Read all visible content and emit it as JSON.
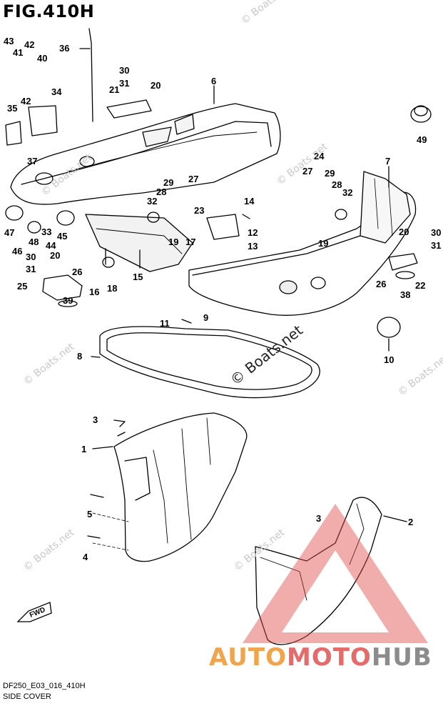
{
  "figure": {
    "title": "FIG.410H",
    "code": "DF250_E03_016_410H",
    "name": "SIDE COVER",
    "fwd": "FWD"
  },
  "watermarks": {
    "small": "© Boats.net",
    "large": "© Boats.net"
  },
  "logo": {
    "part1": "AUTO",
    "part2": "MOTO",
    "part3": "HUB"
  },
  "colors": {
    "logo_orange": "#f0a44c",
    "logo_red": "#e56a6a",
    "logo_grey": "#8c8c8c",
    "triangle": "#e04848"
  },
  "callouts": {
    "c1": "1",
    "c2": "2",
    "c3a": "3",
    "c3b": "3",
    "c4": "4",
    "c5": "5",
    "c6": "6",
    "c7": "7",
    "c8": "8",
    "c9": "9",
    "c10": "10",
    "c11": "11",
    "c12": "12",
    "c13": "13",
    "c14": "14",
    "c15": "15",
    "c16": "16",
    "c17": "17",
    "c18": "18",
    "c19a": "19",
    "c19b": "19",
    "c20a": "20",
    "c20b": "20",
    "c20c": "20",
    "c21": "21",
    "c22": "22",
    "c23": "23",
    "c24": "24",
    "c25": "25",
    "c26a": "26",
    "c26b": "26",
    "c27a": "27",
    "c27b": "27",
    "c28a": "28",
    "c28b": "28",
    "c29a": "29",
    "c29b": "29",
    "c30a": "30",
    "c30b": "30",
    "c30c": "30",
    "c31a": "31",
    "c31b": "31",
    "c31c": "31",
    "c32a": "32",
    "c32b": "32",
    "c33": "33",
    "c34": "34",
    "c35": "35",
    "c36": "36",
    "c37": "37",
    "c38": "38",
    "c39": "39",
    "c40": "40",
    "c41": "41",
    "c42a": "42",
    "c42b": "42",
    "c43": "43",
    "c44": "44",
    "c45": "45",
    "c46": "46",
    "c47": "47",
    "c48": "48",
    "c49": "49"
  }
}
